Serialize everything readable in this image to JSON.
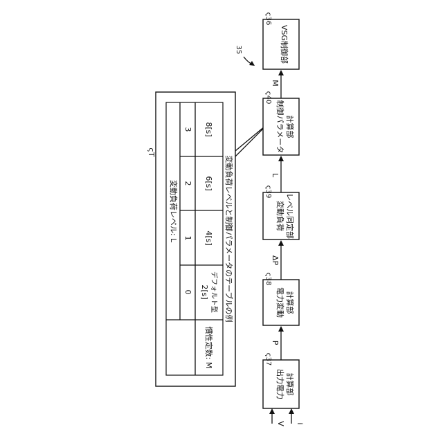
{
  "diagram": {
    "ref_system": "35",
    "inputs": {
      "v": "V",
      "i": "i"
    },
    "blocks": [
      {
        "ref": "37",
        "line1": "出力電力",
        "line2": "計算部"
      },
      {
        "ref": "38",
        "line1": "電力変動",
        "line2": "計算部"
      },
      {
        "ref": "39",
        "line1": "変動負荷",
        "line2": "レベル同定部"
      },
      {
        "ref": "40",
        "line1": "制御パラメータ",
        "line2": "計算部"
      },
      {
        "ref": "36",
        "line1": "VSG制御部",
        "line2": ""
      }
    ],
    "signals": {
      "p": "P",
      "dp": "ΔP",
      "l": "L",
      "m": "M"
    },
    "table": {
      "ref": "T",
      "caption": "変動負荷レベルと制御パラメータのテーブルの例",
      "header_level": "変動負荷レベル: L",
      "header_param": "慣性定数: M",
      "levels": [
        "0",
        "1",
        "2",
        "3"
      ],
      "values": [
        "2[s]",
        "4[s]",
        "6[s]",
        "8[s]"
      ],
      "default_note": "デフォルト型"
    }
  }
}
